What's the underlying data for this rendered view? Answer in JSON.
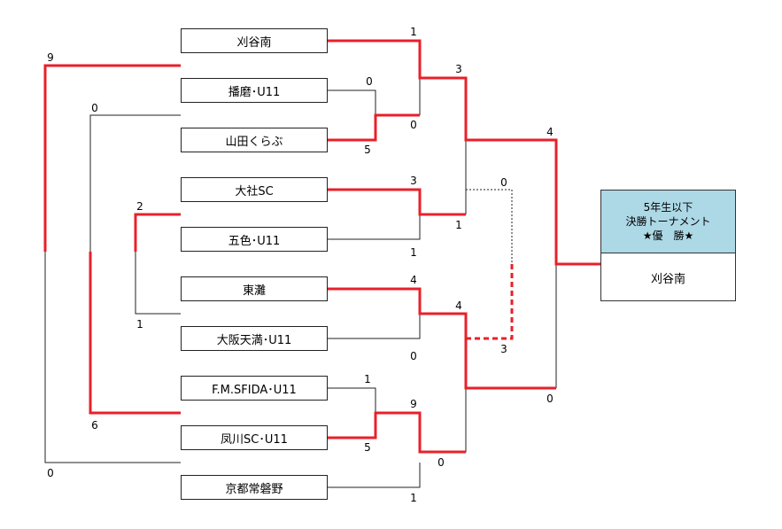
{
  "teams": [
    {
      "name": "刈谷南"
    },
    {
      "name": "播磨･U11"
    },
    {
      "name": "山田くらぶ"
    },
    {
      "name": "大社SC"
    },
    {
      "name": "五色･U11"
    },
    {
      "name": "東灘"
    },
    {
      "name": "大阪天満･U11"
    },
    {
      "name": "F.M.SFIDA･U11"
    },
    {
      "name": "凤川SC･U11"
    },
    {
      "name": "京都常磐野"
    }
  ],
  "scores": {
    "r1_harima": "0",
    "r1_yamada": "5",
    "r1_fm": "1",
    "r1_kusugawa": "5",
    "r2_kariya": "1",
    "r2_yamada": "0",
    "r2_taisha": "3",
    "r2_goshiki": "1",
    "r2_higashinada": "4",
    "r2_osaka": "0",
    "r2_kusugawa": "9",
    "r2_kyoto": "1",
    "sf_kariya": "3",
    "sf_taisha": "1",
    "sf_higashinada": "4",
    "sf_kyoto": "0",
    "f_kariya": "4",
    "f_higashinada": "0",
    "pk_taisha": "0",
    "pk_higashinada": "3",
    "cons_a": "9",
    "cons_b": "0",
    "cons_c": "2",
    "cons_d": "1",
    "cons_e": "0",
    "cons_f": "6"
  },
  "champion": {
    "heading_line1": "5年生以下",
    "heading_line2": "決勝トーナメント",
    "heading_line3": "★優　勝★",
    "team": "刈谷南"
  },
  "colors": {
    "winner_line": "#e8202a",
    "loser_line": "#222222",
    "header_bg": "#add8e6"
  }
}
